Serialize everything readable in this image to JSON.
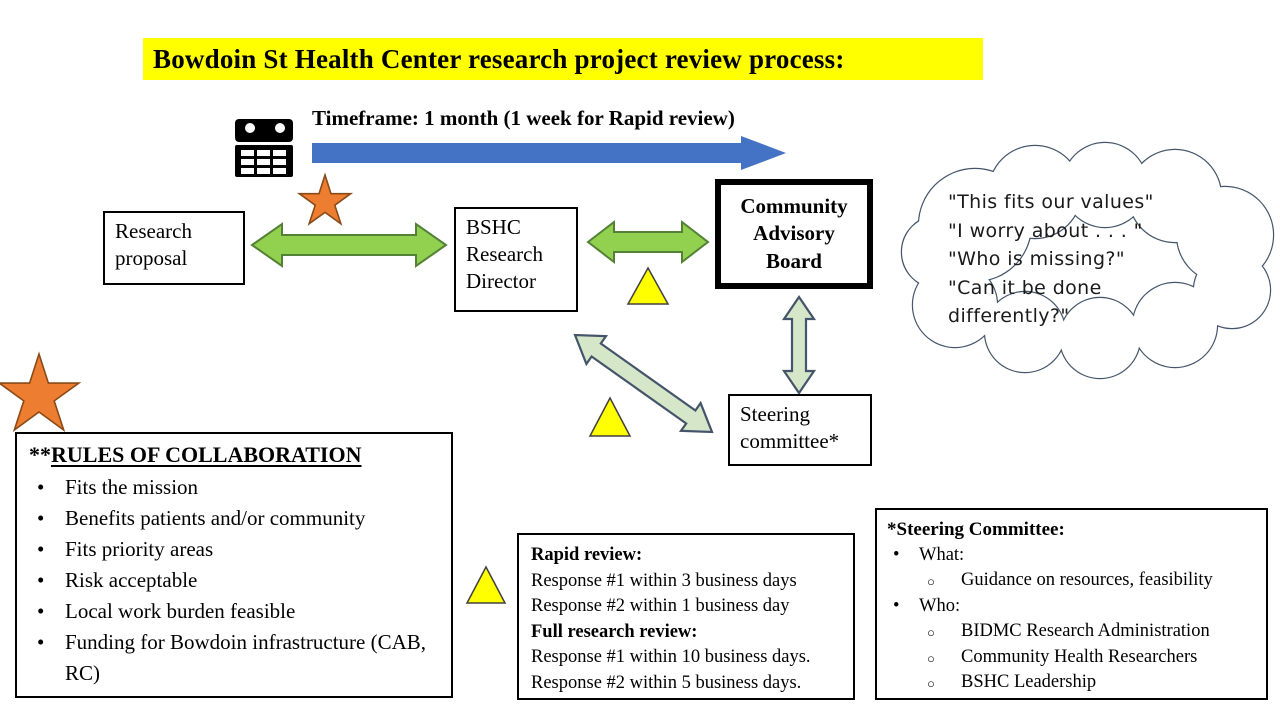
{
  "title": {
    "text": "Bowdoin St Health Center research project review process:"
  },
  "timeline": {
    "label": "Timeframe: 1 month (1 week for Rapid review)"
  },
  "nodes": {
    "research_proposal": {
      "lines": [
        "Research",
        "proposal"
      ]
    },
    "bshc_director": {
      "lines": [
        "BSHC",
        "Research",
        "Director"
      ]
    },
    "community_advisory_board": {
      "lines": [
        "Community",
        "Advisory",
        "Board"
      ]
    },
    "steering_committee": {
      "lines": [
        "Steering",
        "committee*"
      ]
    }
  },
  "cloud": {
    "lines": [
      "\"This fits our values\"",
      "\"I worry about . . . \"",
      "\"Who is missing?\"",
      "\"Can it be done",
      "differently?\""
    ]
  },
  "rules_box": {
    "prefix": "**",
    "title": "RULES OF COLLABORATION",
    "items": [
      "Fits the mission",
      "Benefits patients and/or community",
      "Fits priority areas",
      "Risk acceptable",
      "Local work burden feasible",
      "Funding for Bowdoin infrastructure (CAB, RC)"
    ]
  },
  "rapid_box": {
    "heading1": "Rapid review:",
    "line1": "Response #1 within 3 business days",
    "line2": "Response #2 within 1 business day",
    "heading2": "Full research review:",
    "line3": "Response #1 within 10 business days.",
    "line4": "Response #2 within 5 business days."
  },
  "steering_box": {
    "title": "*Steering Committee:",
    "what_label": "What:",
    "what_sub": "Guidance on resources,  feasibility",
    "who_label": "Who:",
    "who_subs": [
      "BIDMC Research Administration",
      "Community Health Researchers",
      "BSHC Leadership"
    ]
  },
  "colors": {
    "banner_bg": "#FFFF00",
    "timeline_blue": "#4472C4",
    "green_fill": "#92D050",
    "green_stroke": "#538135",
    "pale_green_fill": "#D6E6C9",
    "pale_green_stroke": "#44546A",
    "orange_fill": "#ED7D31",
    "orange_stroke": "#8A4A17",
    "triangle_fill": "#FFFF00",
    "triangle_stroke": "#404040",
    "cloud_stroke": "#44546A",
    "icon_black": "#000000"
  }
}
